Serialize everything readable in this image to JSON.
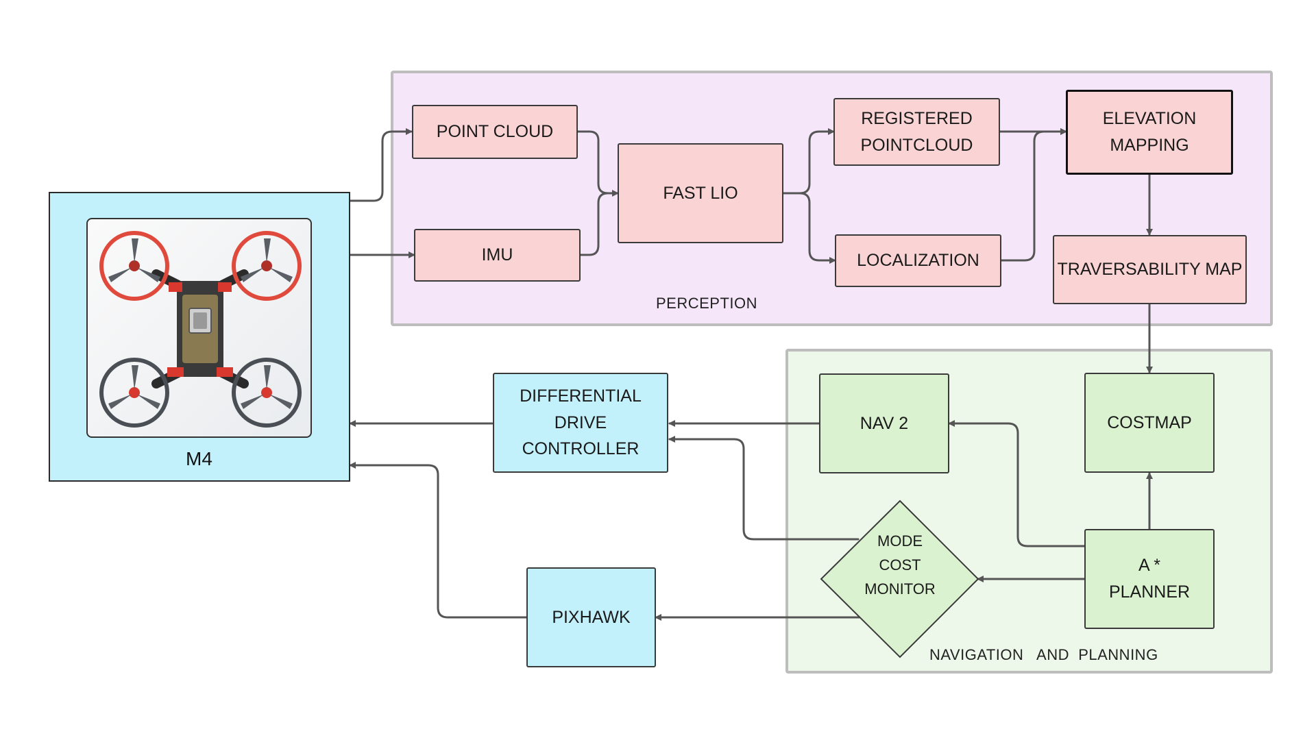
{
  "groups": {
    "perception": "PERCEPTION",
    "navigation": "NAVIGATION   AND  PLANNING"
  },
  "nodes": {
    "point_cloud": "POINT CLOUD",
    "imu": "IMU",
    "fast_lio": "FAST LIO",
    "registered_pointcloud": "REGISTERED\nPOINTCLOUD",
    "localization": "LOCALIZATION",
    "elevation_mapping": "ELEVATION\nMAPPING",
    "traversability_map": "TRAVERSABILITY MAP",
    "costmap": "COSTMAP",
    "nav2": "NAV 2",
    "a_star_planner": "A *\nPLANNER",
    "mode_cost_monitor": "MODE\nCOST\nMONITOR",
    "differential_drive_controller": "DIFFERENTIAL DRIVE\nCONTROLLER",
    "pixhawk": "PIXHAWK",
    "m4": "M4"
  },
  "colors": {
    "perception_bg": "#f6e6fa",
    "navigation_bg": "#eef8ea",
    "pink_node": "#fad4d4",
    "green_node": "#daf2d0",
    "cyan_node": "#c3f1fb",
    "arrow": "#555555"
  },
  "icons": {
    "robot": "quadrotor-wheeled-robot-photo"
  }
}
